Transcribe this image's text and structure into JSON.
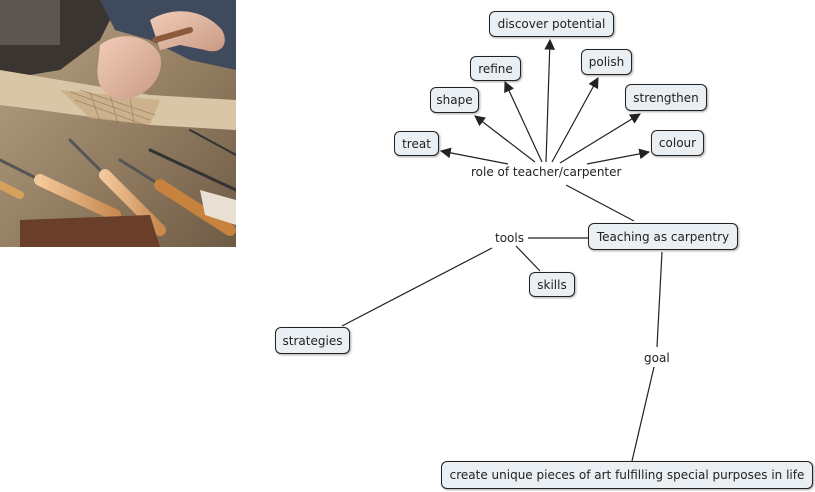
{
  "map": {
    "root": "Teaching as carpentry",
    "role_link": "role of teacher/carpenter",
    "tools_link": "tools",
    "goal_link": "goal",
    "actions": {
      "discover": "discover potential",
      "refine": "refine",
      "polish": "polish",
      "shape": "shape",
      "strengthen": "strengthen",
      "treat": "treat",
      "colour": "colour"
    },
    "skills": "skills",
    "strategies": "strategies",
    "goal_target": "create unique pieces of art fulfilling special purposes in life"
  },
  "colors": {
    "node_fill": "#e9eff2",
    "line": "#222222"
  }
}
